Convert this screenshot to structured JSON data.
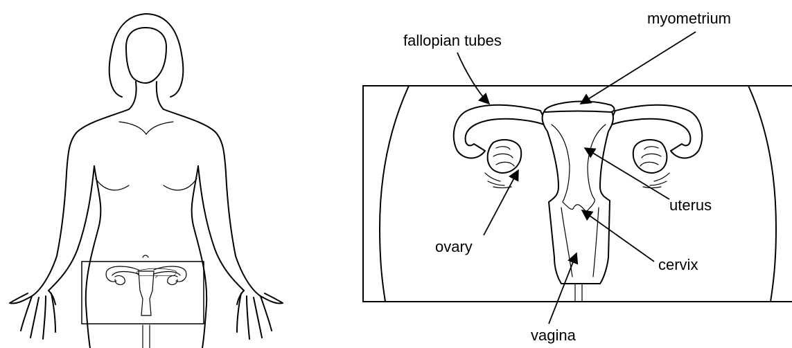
{
  "labels": {
    "fallopian_tubes": "fallopian tubes",
    "myometrium": "myometrium",
    "uterus": "uterus",
    "ovary": "ovary",
    "cervix": "cervix",
    "vagina": "vagina"
  },
  "colors": {
    "line": "#000000",
    "background": "#ffffff"
  }
}
